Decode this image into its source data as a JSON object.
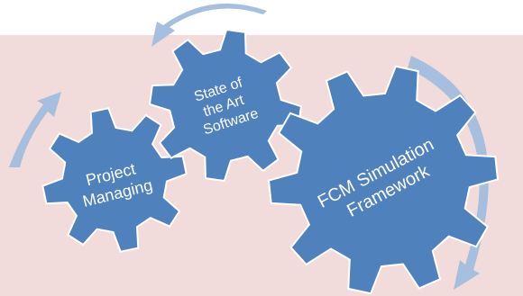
{
  "diagram": {
    "colors": {
      "background_band": "#f2dcdb",
      "gear_fill": "#4f81bd",
      "gear_stroke": "#ffffff",
      "arrow_fill": "#a7bfde",
      "text": "#ffffff"
    },
    "gears": [
      {
        "id": "project",
        "lines": [
          "Project",
          "Managing"
        ]
      },
      {
        "id": "state",
        "lines": [
          "State of",
          "the Art",
          "Software"
        ]
      },
      {
        "id": "fcm",
        "lines": [
          "FCM Simulation",
          "Framework"
        ]
      }
    ],
    "arrow_icons": [
      "curved-arrow-left",
      "curved-arrow-up",
      "curved-arrow-down"
    ]
  }
}
